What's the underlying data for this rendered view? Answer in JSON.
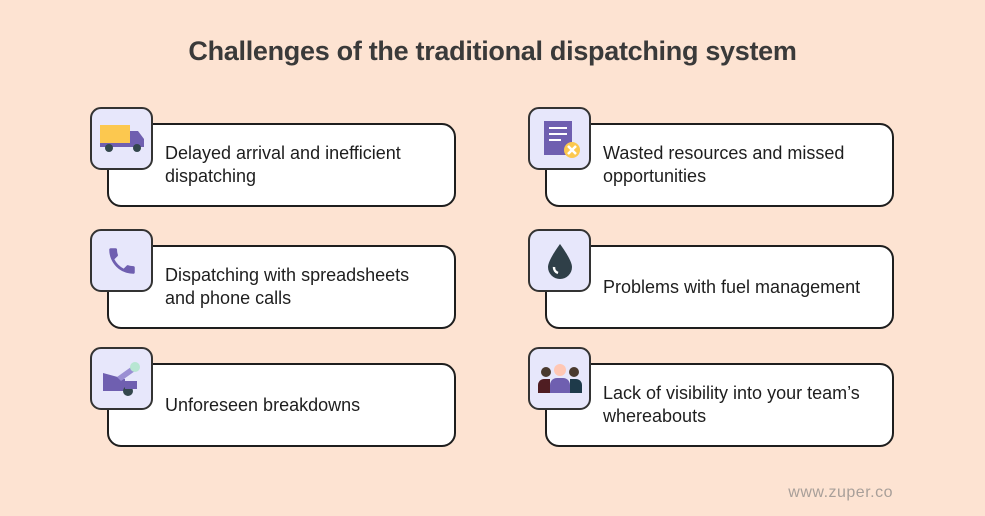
{
  "title": "Challenges of the traditional dispatching system",
  "items": [
    {
      "label": "Delayed arrival and inefficient dispatching",
      "icon": "truck-icon"
    },
    {
      "label": "Wasted resources and missed opportunities",
      "icon": "document-cancel-icon"
    },
    {
      "label": "Dispatching with spreadsheets and phone calls",
      "icon": "phone-icon"
    },
    {
      "label": "Problems with fuel management",
      "icon": "fuel-drop-icon"
    },
    {
      "label": "Unforeseen breakdowns",
      "icon": "broken-vehicle-icon"
    },
    {
      "label": "Lack of visibility into your team’s whereabouts",
      "icon": "team-icon"
    }
  ],
  "footer": "www.zuper.co"
}
